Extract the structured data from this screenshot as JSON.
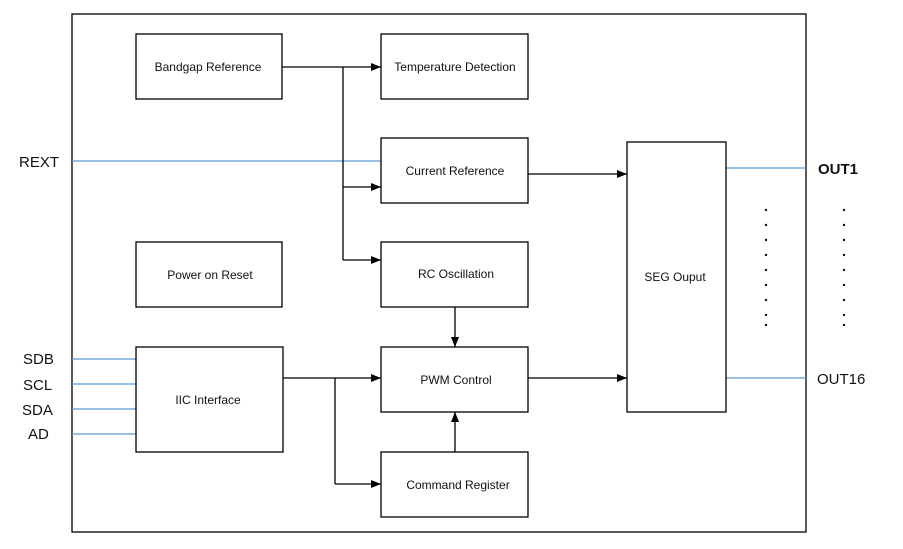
{
  "colors": {
    "border": "#000000",
    "signal_line": "#5b9bd5",
    "text": "#111111"
  },
  "blocks": {
    "bandgap": "Bandgap Reference",
    "temperature": "Temperature Detection",
    "current_ref": "Current Reference",
    "power_on_reset": "Power on Reset",
    "rc_osc": "RC Oscillation",
    "iic": "IIC Interface",
    "pwm": "PWM Control",
    "command": "Command Register",
    "seg": "SEG Ouput"
  },
  "pins": {
    "rext": "REXT",
    "sdb": "SDB",
    "scl": "SCL",
    "sda": "SDA",
    "ad": "AD",
    "out1": "OUT1",
    "out16": "OUT16"
  }
}
